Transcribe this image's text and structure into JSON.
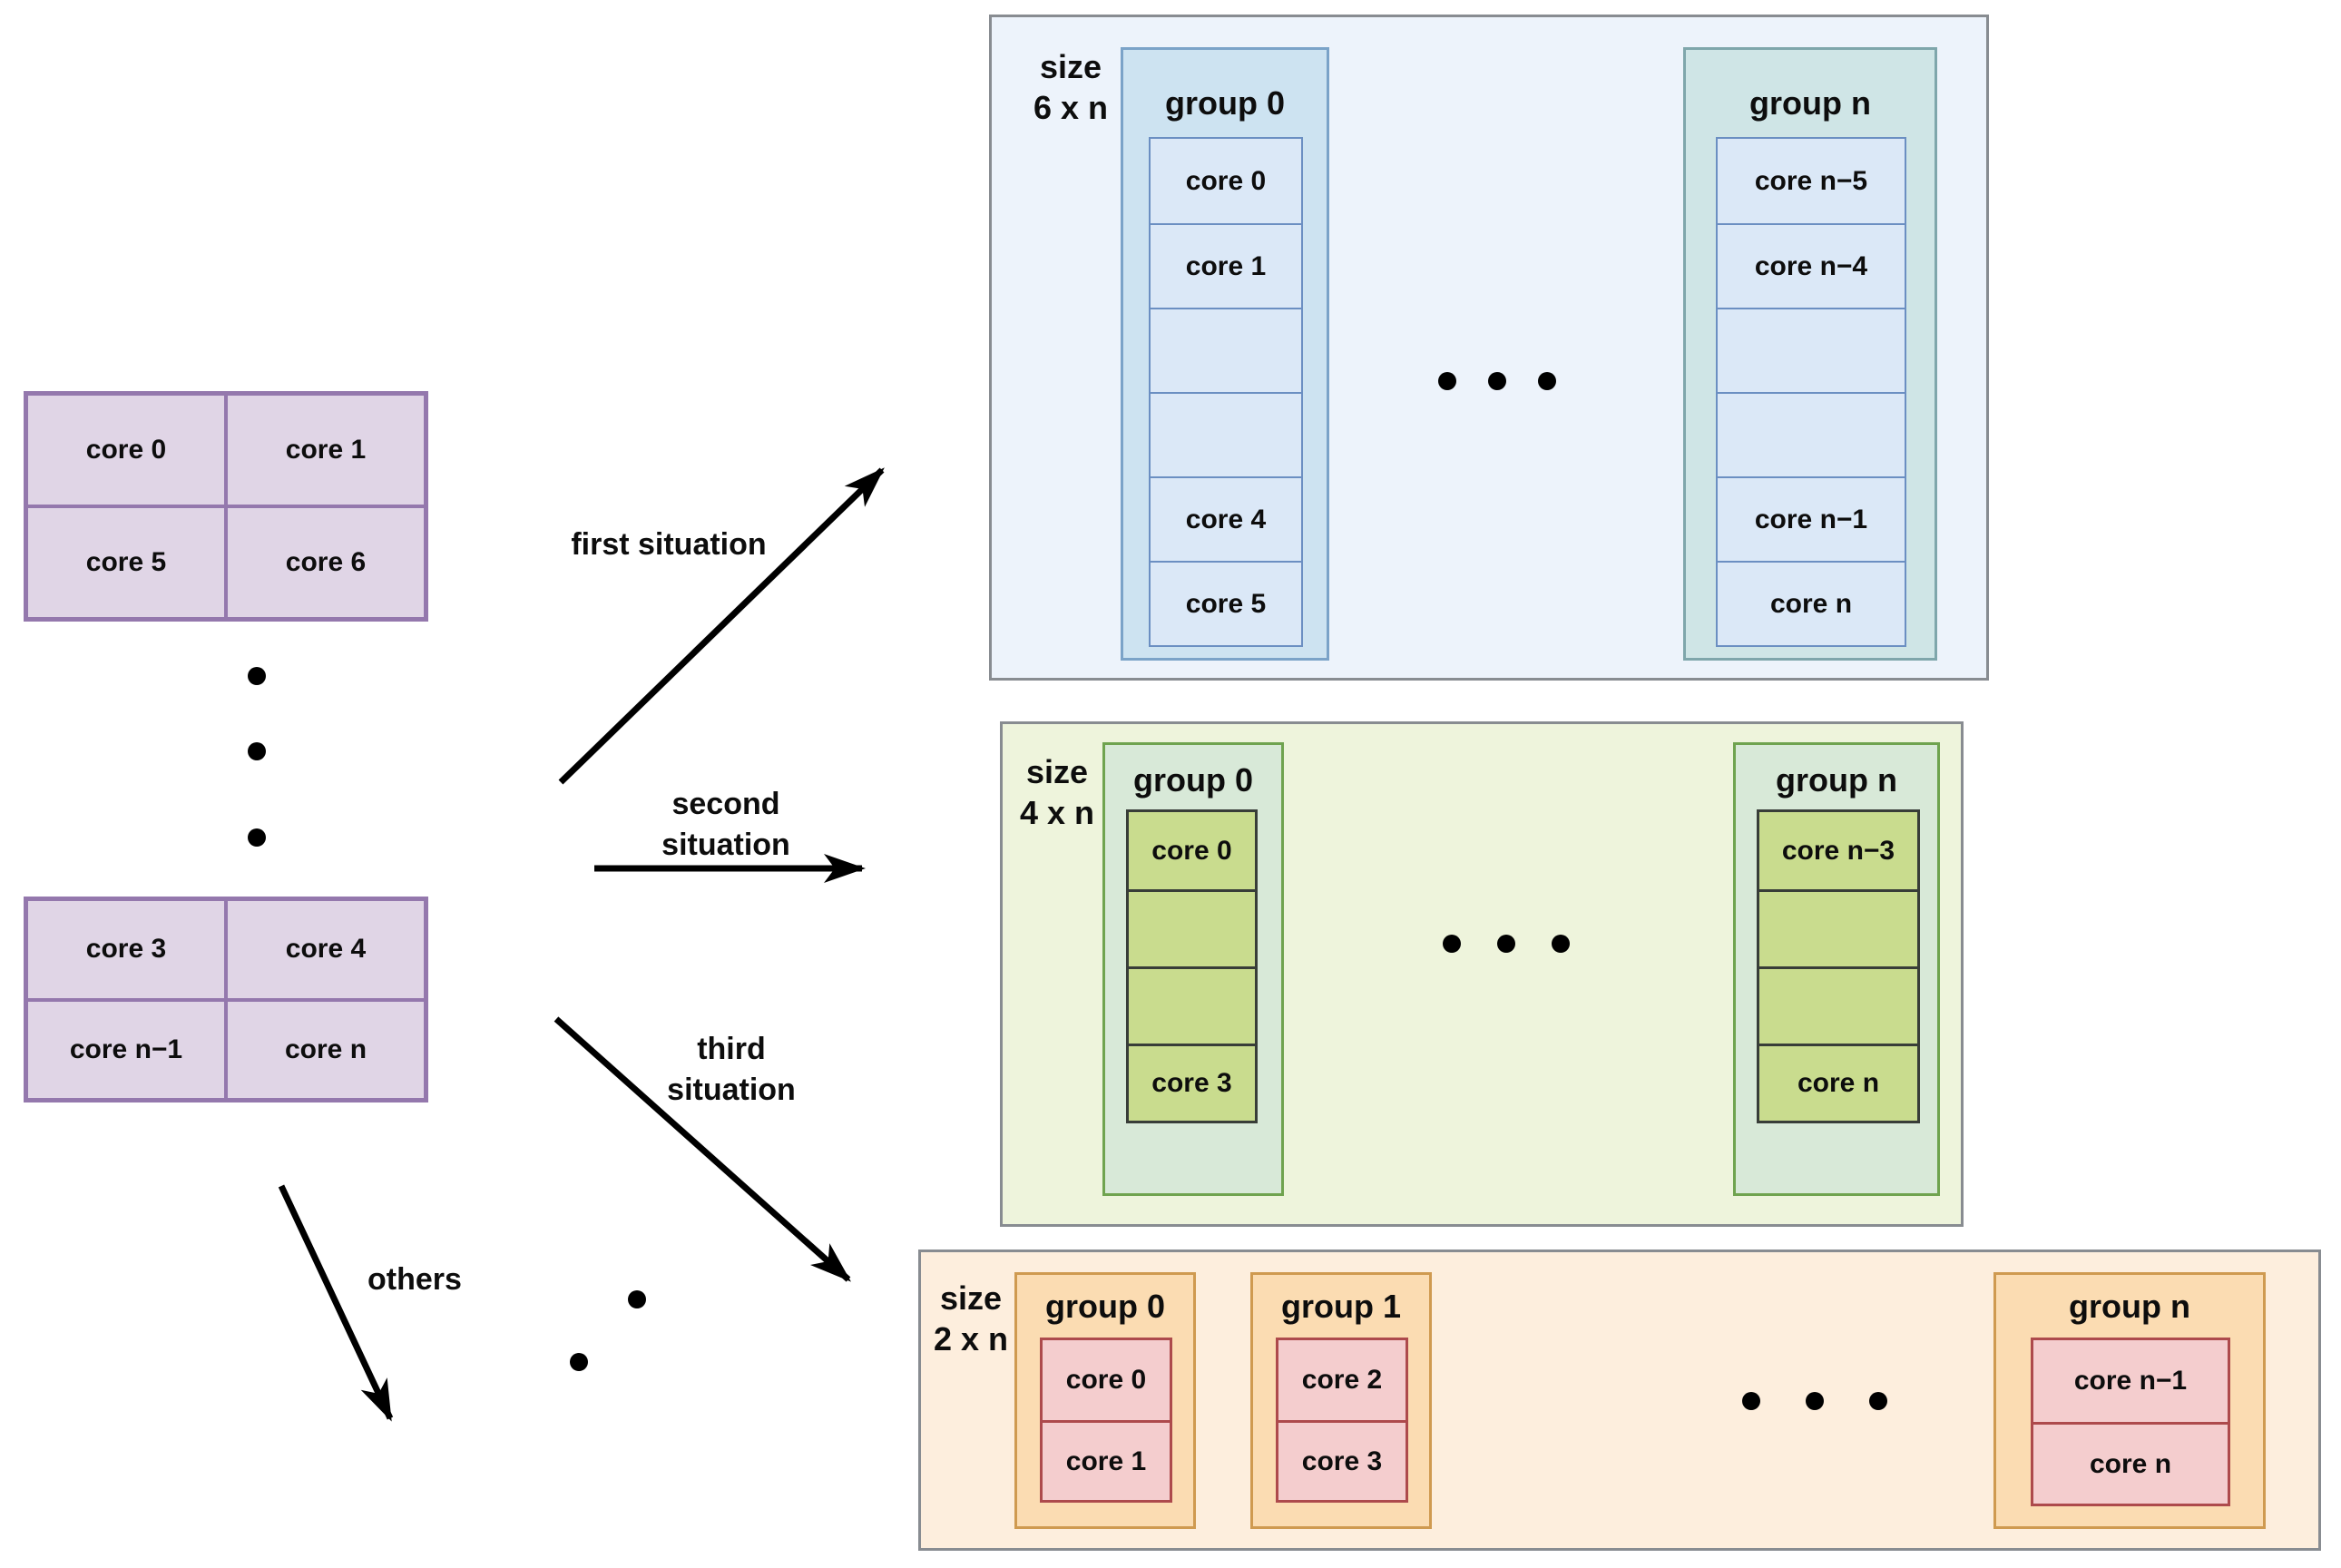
{
  "colors": {
    "purple_fill": "#e0d5e6",
    "purple_border": "#9478ad",
    "blue_panel": "#edf3fb",
    "blue_group0": "#cde3f1",
    "blue_groupN": "#cfe5e6",
    "blue_cell": "#dbe8f7",
    "blue_cell_border": "#6b8fc2",
    "green_panel": "#eef4dc",
    "green_group": "#d8e9d8",
    "green_group_border": "#6fa34f",
    "green_cell": "#c9dc8e",
    "orange_panel": "#fdeedd",
    "orange_group": "#fbdcb2",
    "orange_group_border": "#cf9a50",
    "pink_cell": "#f4cdce",
    "pink_cell_border": "#ad4a4c",
    "arrow": "#000000"
  },
  "source": {
    "grid_top": {
      "rows": [
        [
          "core 0",
          "core 1"
        ],
        [
          "core 5",
          "core 6"
        ]
      ]
    },
    "grid_bottom": {
      "rows": [
        [
          "core 3",
          "core 4"
        ],
        [
          "core n−1",
          "core n"
        ]
      ]
    }
  },
  "arrows": {
    "first": {
      "label": "first situation"
    },
    "second": {
      "line1": "second",
      "line2": "situation"
    },
    "third": {
      "line1": "third",
      "line2": "situation"
    },
    "others": {
      "label": "others"
    }
  },
  "panels": {
    "blue": {
      "size_line1": "size",
      "size_line2": "6 x n",
      "group0": {
        "title": "group 0",
        "cells": [
          "core 0",
          "core 1",
          "",
          "",
          "core 4",
          "core 5"
        ]
      },
      "groupN": {
        "title": "group n",
        "cells": [
          "core n−5",
          "core n−4",
          "",
          "",
          "core n−1",
          "core n"
        ]
      }
    },
    "green": {
      "size_line1": "size",
      "size_line2": "4 x n",
      "group0": {
        "title": "group 0",
        "cells": [
          "core 0",
          "",
          "",
          "core 3"
        ]
      },
      "groupN": {
        "title": "group n",
        "cells": [
          "core n−3",
          "",
          "",
          "core n"
        ]
      }
    },
    "orange": {
      "size_line1": "size",
      "size_line2": "2 x n",
      "group0": {
        "title": "group 0",
        "cells": [
          "core 0",
          "core 1"
        ]
      },
      "group1": {
        "title": "group 1",
        "cells": [
          "core 2",
          "core 3"
        ]
      },
      "groupN": {
        "title": "group n",
        "cells": [
          "core n−1",
          "core n"
        ]
      }
    }
  }
}
